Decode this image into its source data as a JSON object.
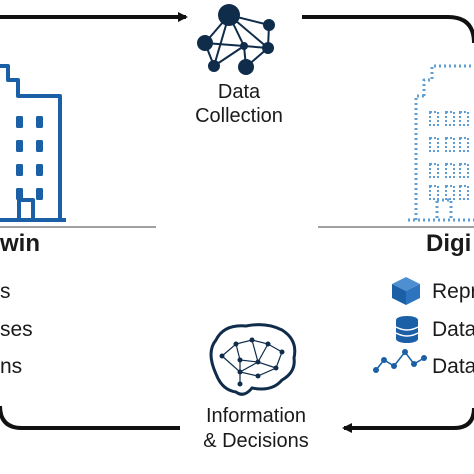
{
  "colors": {
    "blue": "#1b5fa6",
    "dotted_blue": "#5e9ed4",
    "navy": "#0f2c4a",
    "gray_line": "#808080",
    "text": "#1a1a1a"
  },
  "top_node": {
    "label_line1": "Data",
    "label_line2": "Collection",
    "icon": "network-icon"
  },
  "bottom_node": {
    "label_line1": "Information",
    "label_line2": "& Decisions",
    "icon": "brain-network-icon"
  },
  "left_panel": {
    "title_visible": "win",
    "icon": "building-icon",
    "items": [
      "s",
      "ses",
      "ns"
    ]
  },
  "right_panel": {
    "title_visible": "Digi",
    "icon": "dotted-building-icon",
    "items": [
      {
        "icon": "cube-icon",
        "label": "Repr"
      },
      {
        "icon": "database-icon",
        "label": "Data"
      },
      {
        "icon": "line-network-icon",
        "label": "Data"
      }
    ]
  }
}
